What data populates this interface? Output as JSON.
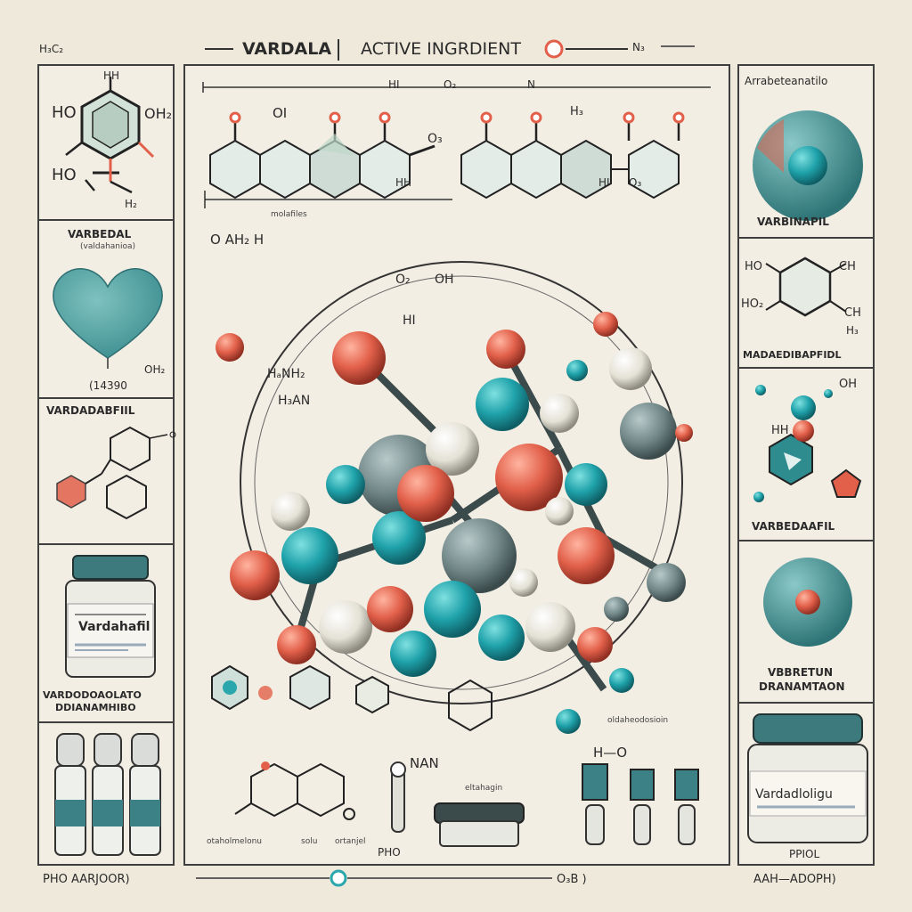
{
  "header": {
    "corner_left": "H₃C₂",
    "title_left": "VARDALA",
    "title_right": "ACTIVE INGRDIENT",
    "tag_right": "N₃"
  },
  "center_panel": {
    "top_labels": [
      "HI",
      "O₂",
      "N"
    ],
    "oh_label": "OI",
    "ho_label": "O₃",
    "hh_label": "HH",
    "ring2_labels": [
      "H₃",
      "HI",
      "O₃"
    ],
    "small_caption": "molafiles",
    "atom_labels": [
      "O AH₂ H",
      "O₂",
      "OH",
      "HI",
      "HₐNH₂",
      "H₃AN",
      "H—O",
      "NAN"
    ],
    "bottom_caption": "oldaheodosioin",
    "bottom_items": [
      "otaholmelonu",
      "solu",
      "ortanjel"
    ],
    "bottom_label": "PHO",
    "center_small": "eltahagin"
  },
  "left_panel": {
    "top_labels": [
      "HO",
      "OH₂",
      "HO",
      "HH",
      "H₂"
    ],
    "heart_title": "VARBEDAL",
    "heart_sub": "(valdahanioa)",
    "heart_foot": "(14390",
    "heart_oh": "OH₂",
    "chain_title": "VARDADABFIIL",
    "bottle_label": "Vardahafil",
    "bottle_title": "VARDODOAOLATO",
    "bottle_sub": "DDIANAMHIBO"
  },
  "right_panel": {
    "top_title": "Arrabeteanatilo",
    "sphere_title": "VARBINAPIL",
    "benz_labels": [
      "HO",
      "CH",
      "HO₂",
      "CH",
      "H₃"
    ],
    "benz_title": "MADAEDIBAPFIDL",
    "mol_labels": [
      "OH",
      "HH"
    ],
    "mol_title": "VARBEDAAFIL",
    "sphere2_title": "VBBRETUN",
    "sphere2_sub": "DRANAMTAON",
    "jar_label": "Vardadloligu",
    "jar_foot": "PPIOL"
  },
  "footer": {
    "left": "PHO AARJOOR)",
    "center": "O₃B )",
    "right": "AAH—ADOPH)"
  },
  "colors": {
    "teal": "#2aa7ad",
    "coral": "#e2604a",
    "cream": "#ede9dc",
    "border": "#3f3f3f"
  }
}
